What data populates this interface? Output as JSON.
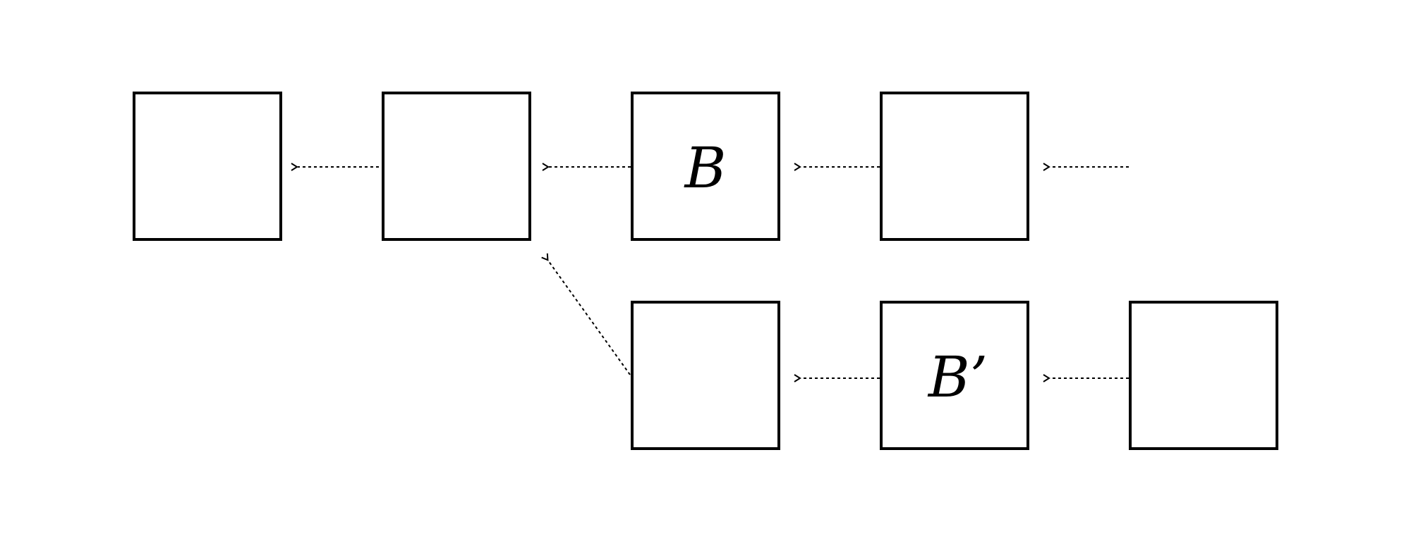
{
  "diagram": {
    "blocks": [
      {
        "id": "main-1",
        "label": ""
      },
      {
        "id": "main-2",
        "label": ""
      },
      {
        "id": "main-3",
        "label": "B"
      },
      {
        "id": "main-4",
        "label": ""
      },
      {
        "id": "fork-1",
        "label": ""
      },
      {
        "id": "fork-2",
        "label": "B’"
      },
      {
        "id": "fork-3",
        "label": ""
      }
    ],
    "links": [
      {
        "from": "main-2",
        "to": "main-1"
      },
      {
        "from": "main-3",
        "to": "main-2"
      },
      {
        "from": "main-4",
        "to": "main-3"
      },
      {
        "from": "next",
        "to": "main-4"
      },
      {
        "from": "fork-1",
        "to": "main-2"
      },
      {
        "from": "fork-2",
        "to": "fork-1"
      },
      {
        "from": "fork-3",
        "to": "fork-2"
      }
    ],
    "colors": {
      "stroke": "#000000",
      "background": "#ffffff"
    }
  }
}
